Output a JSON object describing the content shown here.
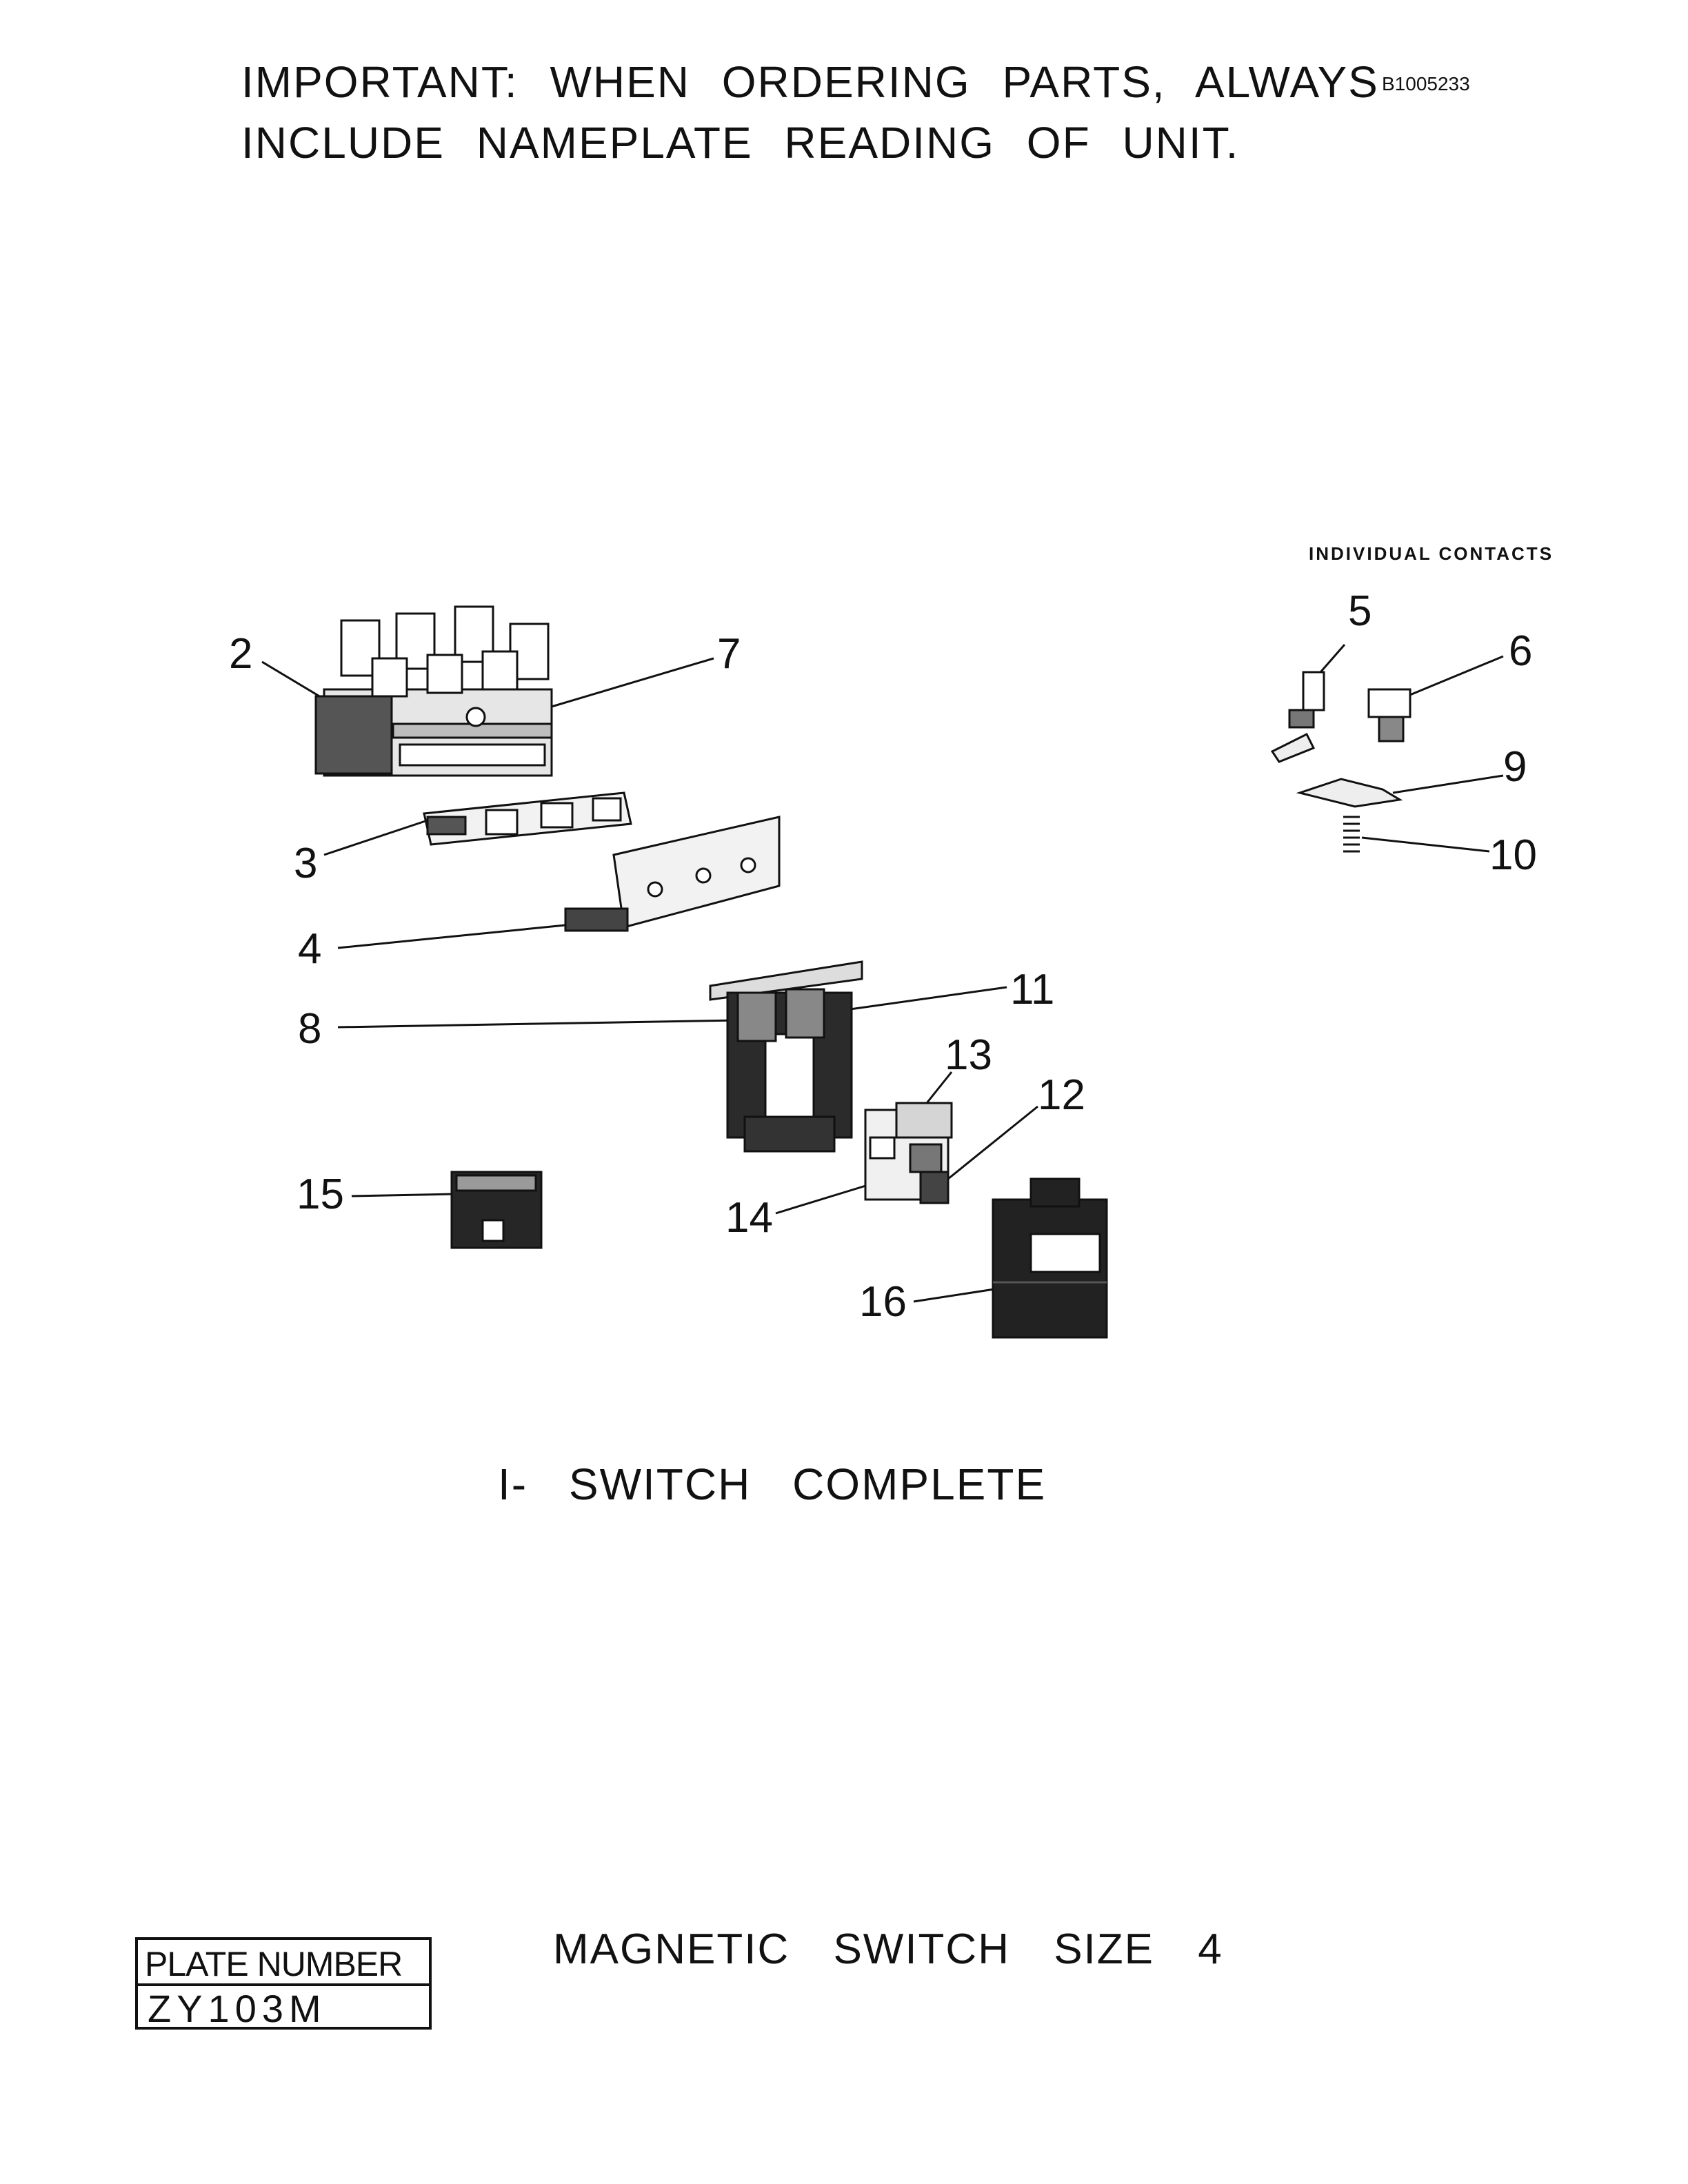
{
  "header": {
    "notice_line1": "IMPORTANT: WHEN ORDERING PARTS, ALWAYS",
    "notice_line2": "INCLUDE NAMEPLATE READING OF UNIT.",
    "document_id": "B1005233"
  },
  "contacts_heading": "INDIVIDUAL CONTACTS",
  "callouts": {
    "c2": "2",
    "c3": "3",
    "c4": "4",
    "c5": "5",
    "c6": "6",
    "c7": "7",
    "c8": "8",
    "c9": "9",
    "c10": "10",
    "c11": "11",
    "c12": "12",
    "c13": "13",
    "c14": "14",
    "c15": "15",
    "c16": "16"
  },
  "caption": "I- SWITCH COMPLETE",
  "title_block": {
    "plate_label": "PLATE NUMBER",
    "plate_number": "ZY103M",
    "title": "MAGNETIC SWITCH SIZE 4"
  }
}
